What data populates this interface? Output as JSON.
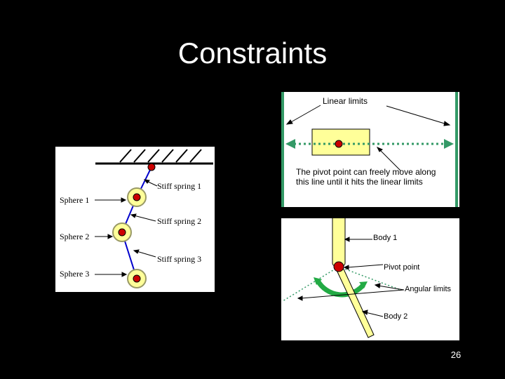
{
  "slide": {
    "title": "Constraints",
    "page_number": "26"
  },
  "spheres_diagram": {
    "spring_labels": [
      "Stiff spring 1",
      "Stiff spring 2",
      "Stiff spring 3"
    ],
    "sphere_labels": [
      "Sphere 1",
      "Sphere 2",
      "Sphere 3"
    ]
  },
  "linear_diagram": {
    "limits_label": "Linear limits",
    "description": "The pivot point can freely move along this line until it hits the linear limits"
  },
  "angular_diagram": {
    "body1_label": "Body 1",
    "pivot_label": "Pivot point",
    "angular_label": "Angular limits",
    "body2_label": "Body 2"
  },
  "colors": {
    "background": "#000000",
    "sphere_fill": "#ffff99",
    "sphere_ring": "#999966",
    "pivot_red": "#cc0000",
    "spring_blue": "#0000cc",
    "limit_green": "#339966",
    "box_fill": "#ffff99"
  }
}
